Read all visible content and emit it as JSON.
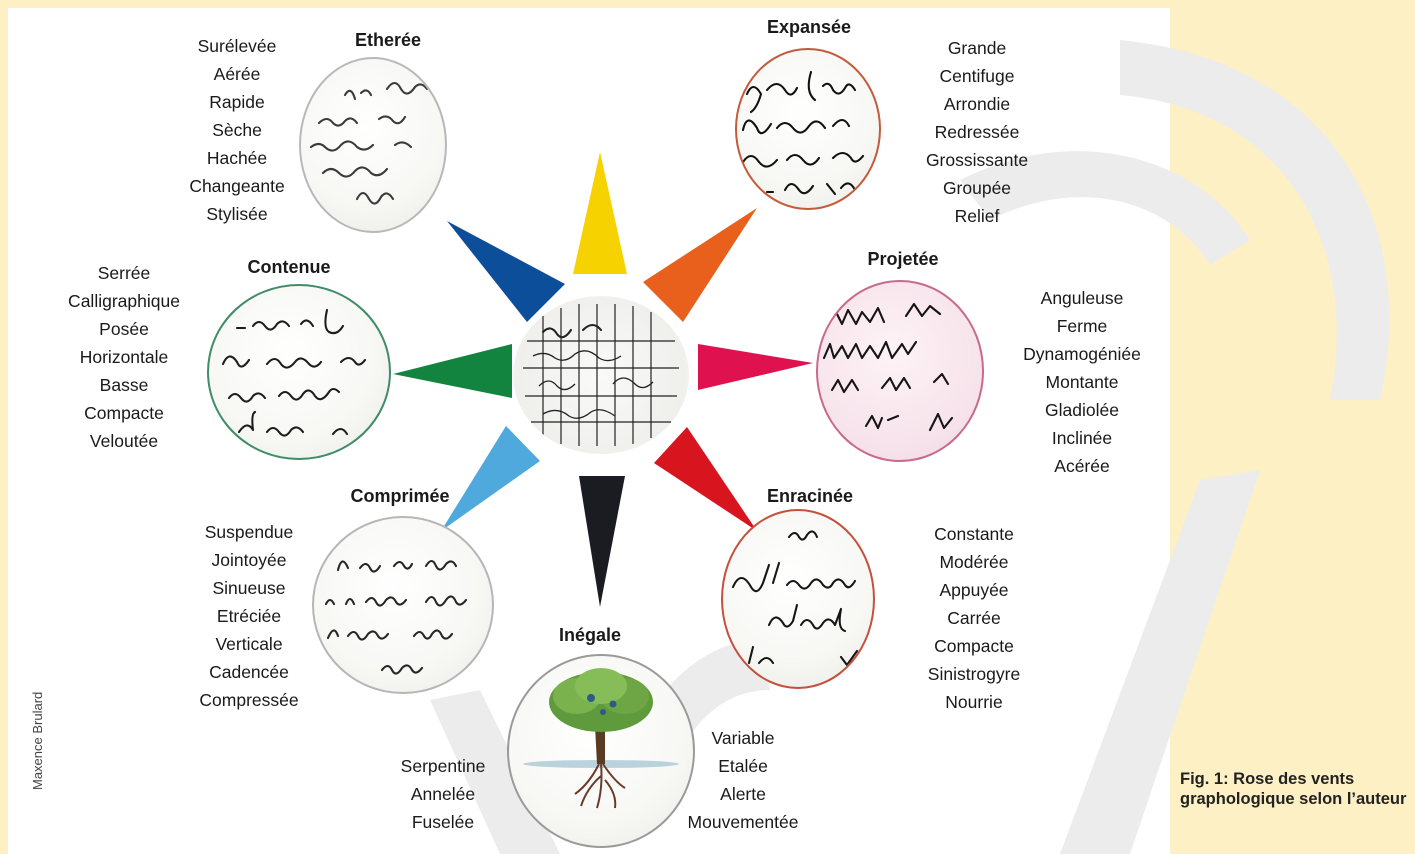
{
  "caption": "Fig. 1: Rose des vents graphologique selon l’auteur",
  "credit": "Maxence Brulard",
  "colors": {
    "ray_north": "#f6d200",
    "ray_northeast": "#e8601c",
    "ray_east": "#e0114f",
    "ray_southeast": "#d8141e",
    "ray_south": "#1b1b22",
    "ray_southwest": "#4fa9dc",
    "ray_west": "#13843f",
    "ray_northwest": "#0d4e9a"
  },
  "styles": {
    "etheree": {
      "title": "Etherée",
      "traits": [
        "Surélevée",
        "Aérée",
        "Rapide",
        "Sèche",
        "Hachée",
        "Changeante",
        "Stylisée"
      ]
    },
    "expansee": {
      "title": "Expansée",
      "traits": [
        "Grande",
        "Centifuge",
        "Arrondie",
        "Redressée",
        "Grossissante",
        "Groupée",
        "Relief"
      ]
    },
    "contenue": {
      "title": "Contenue",
      "traits": [
        "Serrée",
        "Calligraphique",
        "Posée",
        "Horizontale",
        "Basse",
        "Compacte",
        "Veloutée"
      ]
    },
    "projetee": {
      "title": "Projetée",
      "traits": [
        "Anguleuse",
        "Ferme",
        "Dynamogéniée",
        "Montante",
        "Gladiolée",
        "Inclinée",
        "Acérée"
      ]
    },
    "comprimee": {
      "title": "Comprimée",
      "traits": [
        "Suspendue",
        "Jointoyée",
        "Sinueuse",
        "Etréciée",
        "Verticale",
        "Cadencée",
        "Compressée"
      ]
    },
    "enracinee": {
      "title": "Enracinée",
      "traits": [
        "Constante",
        "Modérée",
        "Appuyée",
        "Carrée",
        "Compacte",
        "Sinistrogyre",
        "Nourrie"
      ]
    },
    "inegale": {
      "title": "Inégale",
      "traits_left": [
        "Serpentine",
        "Annelée",
        "Fuselée"
      ],
      "traits_right": [
        "Variable",
        "Etalée",
        "Alerte",
        "Mouvementée"
      ]
    }
  }
}
